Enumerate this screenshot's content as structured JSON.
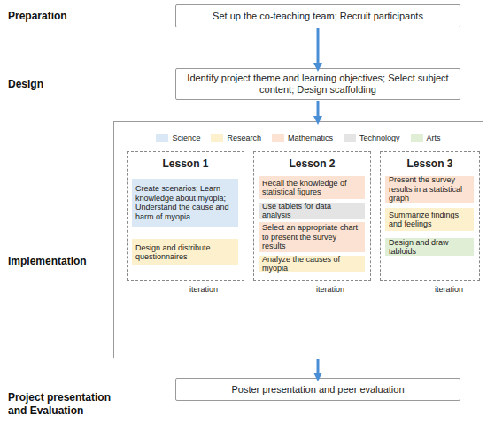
{
  "diagram": {
    "nodes": [
      {
        "text": [
          "Preparation",
          "Set up the co-teaching team; Recruit participants"
        ]
      },
      {
        "text": [
          "Design",
          "Identify project theme and learning objectives; Select subject content; Design scaffolding"
        ]
      },
      {
        "text": [
          "Implementation"
        ]
      },
      {
        "text": [
          "Lesson 1"
        ],
        "in": 2
      },
      {
        "text": [
          "Create scenarios; Learn knowledge about myopia; Understand the cause and harm of myopia"
        ],
        "in": 3
      },
      {
        "text": [
          "Design and distribute questionnaires"
        ],
        "in": 3
      },
      {
        "text": [
          "Lesson 2"
        ],
        "in": 2
      },
      {
        "text": [
          "Recall the knowledge of statistical figures"
        ],
        "in": 6
      },
      {
        "text": [
          "Use tablets for data analysis"
        ],
        "in": 6
      },
      {
        "text": [
          "Select an appropriate chart to present the survey results"
        ],
        "in": 6
      },
      {
        "text": [
          "Analyze the causes of myopia"
        ],
        "in": 6
      },
      {
        "text": [
          "Lesson 3"
        ],
        "in": 2
      },
      {
        "text": [
          "Present the survey results in a statistical graph"
        ],
        "in": 11
      },
      {
        "text": [
          "Summarize findings and feelings"
        ],
        "in": 11
      },
      {
        "text": [
          "Design and draw tabloids"
        ],
        "in": 11
      },
      {
        "text": [
          "Project presentation and Evaluation",
          "Poster presentation and peer evaluation"
        ]
      }
    ],
    "edges": [
      {
        "from": 0,
        "to": 1,
        "arrow": "to"
      },
      {
        "from": 1,
        "to": 2,
        "arrow": "to"
      },
      {
        "from": 2,
        "to": 15,
        "arrow": "to"
      }
    ],
    "labels": [
      "iteration",
      "iteration",
      "iteration"
    ],
    "legend": [
      {
        "text": "Science",
        "color": "#dae8f6"
      },
      {
        "text": "Research",
        "color": "#fdf0cc"
      },
      {
        "text": "Mathematics",
        "color": "#fbe2d2"
      },
      {
        "text": "Technology",
        "color": "#e4e4e4"
      },
      {
        "text": "Arts",
        "color": "#e0eed6"
      }
    ]
  }
}
